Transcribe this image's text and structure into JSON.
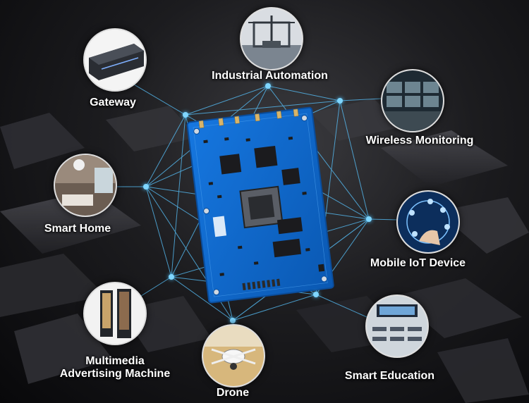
{
  "labels": {
    "industrial_automation": "Industrial Automation",
    "gateway": "Gateway",
    "wireless_monitoring": "Wireless Monitoring",
    "smart_home": "Smart Home",
    "mobile_iot_device": "Mobile IoT Device",
    "multimedia_line1": "Multimedia",
    "multimedia_line2": "Advertising Machine",
    "drone": "Drone",
    "smart_education": "Smart Education"
  },
  "colors": {
    "board": "#0d66c9",
    "network_line": "#58c4ff",
    "label_text": "#ffffff"
  },
  "icons": [
    "gateway-icon",
    "industrial-robot-icon",
    "monitoring-screens-icon",
    "smart-home-room-icon",
    "iot-device-hand-icon",
    "advertising-kiosk-icon",
    "drone-icon",
    "classroom-icon"
  ]
}
